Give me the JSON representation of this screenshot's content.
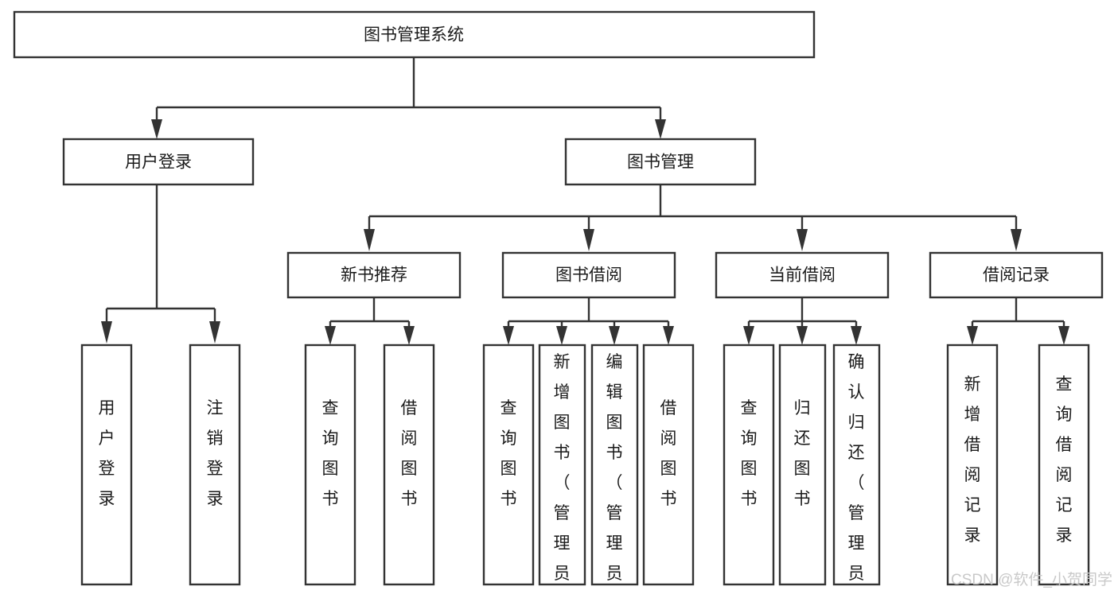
{
  "diagram": {
    "title": "图书管理系统",
    "type": "tree",
    "orientation": "top-down",
    "background_color": "#ffffff",
    "box_stroke_color": "#333333",
    "box_fill_color": "#ffffff",
    "text_color": "#1a1a1a",
    "watermark": "CSDN @软件_小贺同学",
    "watermark_color": "#c9c9c9"
  },
  "chart_data": {
    "type": "tree",
    "title": "图书管理系统",
    "root": {
      "label": "图书管理系统",
      "children": [
        {
          "label": "用户登录",
          "children": [
            {
              "label": "用户登录",
              "children": []
            },
            {
              "label": "注销登录",
              "children": []
            }
          ]
        },
        {
          "label": "图书管理",
          "children": [
            {
              "label": "新书推荐",
              "children": [
                {
                  "label": "查询图书",
                  "children": []
                },
                {
                  "label": "借阅图书",
                  "children": []
                }
              ]
            },
            {
              "label": "图书借阅",
              "children": [
                {
                  "label": "查询图书",
                  "children": []
                },
                {
                  "label": "新增图书（管理员）",
                  "children": []
                },
                {
                  "label": "编辑图书（管理员）",
                  "children": []
                },
                {
                  "label": "借阅图书",
                  "children": []
                }
              ]
            },
            {
              "label": "当前借阅",
              "children": [
                {
                  "label": "查询图书",
                  "children": []
                },
                {
                  "label": "归还图书",
                  "children": []
                },
                {
                  "label": "确认归还（管理员）",
                  "children": []
                }
              ]
            },
            {
              "label": "借阅记录",
              "children": [
                {
                  "label": "新增借阅记录",
                  "children": []
                },
                {
                  "label": "查询借阅记录",
                  "children": []
                }
              ]
            }
          ]
        }
      ]
    }
  },
  "nodes": {
    "root": {
      "label": "图书管理系统"
    },
    "level1": [
      {
        "id": "user-login",
        "label": "用户登录"
      },
      {
        "id": "book-manage",
        "label": "图书管理"
      }
    ],
    "level2": [
      {
        "id": "new-book-rec",
        "label": "新书推荐"
      },
      {
        "id": "book-borrow",
        "label": "图书借阅"
      },
      {
        "id": "current-borrow",
        "label": "当前借阅"
      },
      {
        "id": "borrow-record",
        "label": "借阅记录"
      }
    ],
    "leaves": {
      "user_login": [
        {
          "id": "leaf-user-login",
          "label": "用户登录"
        },
        {
          "id": "leaf-logout",
          "label": "注销登录"
        }
      ],
      "new_book_rec": [
        {
          "id": "leaf-query-book-1",
          "label": "查询图书"
        },
        {
          "id": "leaf-borrow-book-1",
          "label": "借阅图书"
        }
      ],
      "book_borrow": [
        {
          "id": "leaf-query-book-2",
          "label": "查询图书"
        },
        {
          "id": "leaf-add-book",
          "label": "新增图书（管理员）"
        },
        {
          "id": "leaf-edit-book",
          "label": "编辑图书（管理员）"
        },
        {
          "id": "leaf-borrow-book-2",
          "label": "借阅图书"
        }
      ],
      "current_borrow": [
        {
          "id": "leaf-query-book-3",
          "label": "查询图书"
        },
        {
          "id": "leaf-return-book",
          "label": "归还图书"
        },
        {
          "id": "leaf-confirm-return",
          "label": "确认归还（管理员）"
        }
      ],
      "borrow_record": [
        {
          "id": "leaf-add-record",
          "label": "新增借阅记录"
        },
        {
          "id": "leaf-query-record",
          "label": "查询借阅记录"
        }
      ]
    }
  },
  "footer": {
    "watermark": "CSDN @软件_小贺同学"
  }
}
